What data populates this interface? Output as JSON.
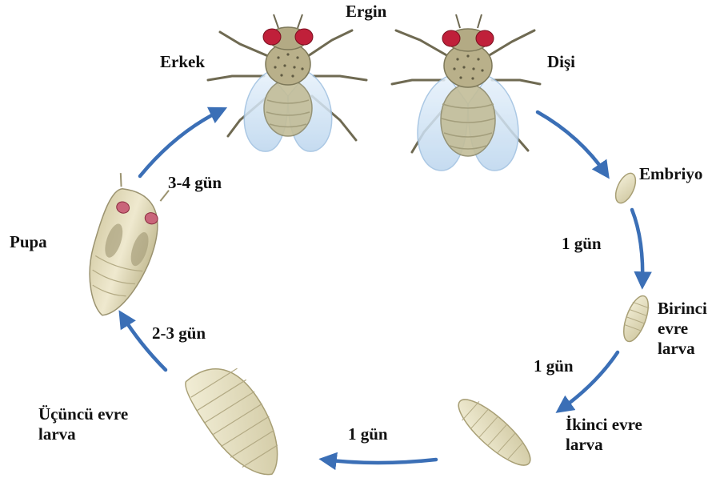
{
  "title": "Ergin",
  "adults": {
    "male": "Erkek",
    "female": "Dişi"
  },
  "stages": {
    "embryo": "Embriyo",
    "first_larva": [
      "Birinci",
      "evre",
      "larva"
    ],
    "second_larva": [
      "İkinci evre",
      "larva"
    ],
    "third_larva": [
      "Üçüncü evre",
      "larva"
    ],
    "pupa": "Pupa"
  },
  "durations": {
    "embryo_to_first": "1 gün",
    "first_to_second": "1 gün",
    "second_to_third": "1 gün",
    "third_to_pupa": "2-3 gün",
    "pupa_to_adult": "3-4 gün"
  },
  "colors": {
    "arrow": "#3b6fb6",
    "body": "#c9c4a0",
    "body_dark": "#8e8a6a",
    "eye": "#c0203a",
    "wing": "#cfe3f5",
    "larva": "#e7e1c3"
  }
}
